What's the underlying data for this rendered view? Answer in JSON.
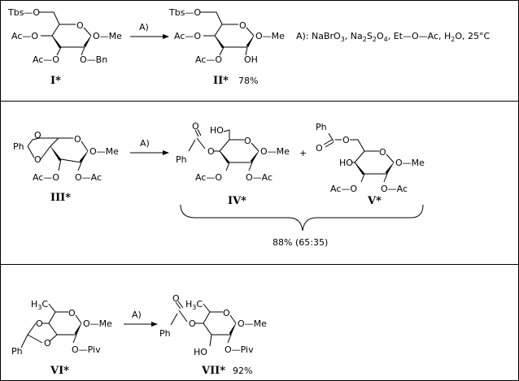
{
  "scheme": {
    "row1": {
      "reactant": {
        "label": "I*",
        "groups": [
          "Tbs—O",
          "Ac—O",
          "Ac—O",
          "O—Me",
          "O—Bn"
        ]
      },
      "arrow_label": "A)",
      "product": {
        "label": "II*",
        "yield": "78%",
        "groups": [
          "Tbs—O",
          "Ac—O",
          "Ac—O",
          "O—Me",
          "OH"
        ]
      },
      "conditions": "A): NaBrO3, Na2S2O4, Et—O—Ac, H2O, 25°C"
    },
    "row2": {
      "reactant": {
        "label": "III*",
        "groups": [
          "Ph",
          "O—Me",
          "Ac—O",
          "O—Ac"
        ]
      },
      "arrow_label": "A)",
      "product1": {
        "label": "IV*",
        "groups": [
          "HO",
          "Ph",
          "O—Me",
          "Ac—O",
          "O—Ac"
        ]
      },
      "plus": "+",
      "product2": {
        "label": "V*",
        "groups": [
          "Ph",
          "HO",
          "O—Me",
          "Ac—O",
          "O—Ac"
        ]
      },
      "yield": "88% (65:35)"
    },
    "row3": {
      "reactant": {
        "label": "VI*",
        "groups": [
          "H3C",
          "O—Me",
          "Ph",
          "O—Piv"
        ]
      },
      "arrow_label": "A)",
      "product": {
        "label": "VII*",
        "yield": "92%",
        "groups": [
          "H3C",
          "Ph",
          "O—Me",
          "HO",
          "O—Piv"
        ]
      }
    },
    "atoms": {
      "O": "O",
      "Me": "Me",
      "Ac": "Ac",
      "Bn": "Bn",
      "Tbs": "Tbs",
      "Piv": "Piv",
      "Ph": "Ph",
      "OH": "OH",
      "HO": "HO",
      "H3C": "H3C"
    }
  }
}
